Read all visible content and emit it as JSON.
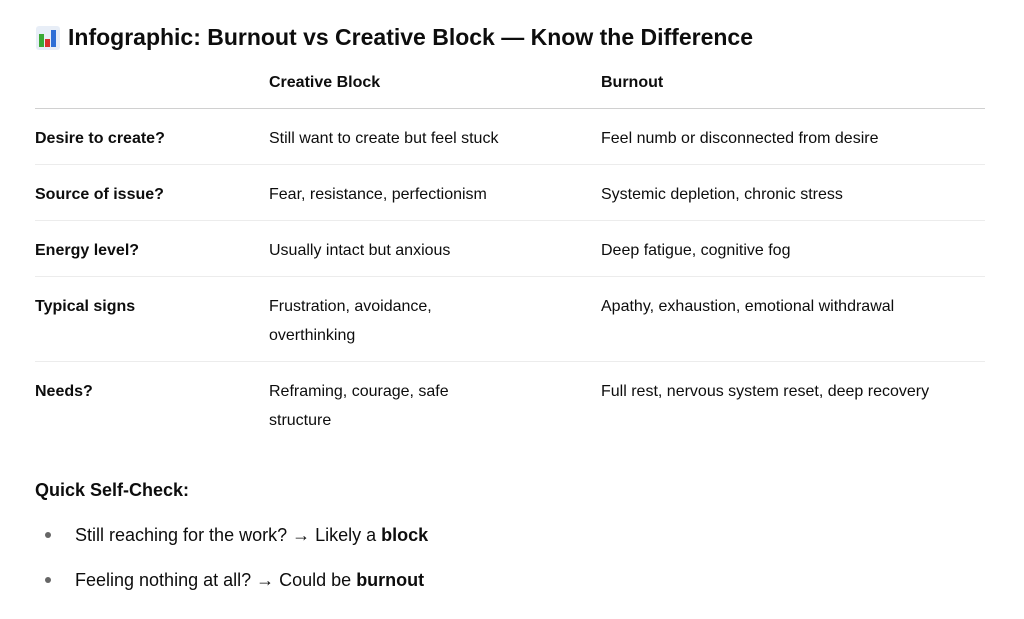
{
  "title": {
    "icon": "bar-chart-icon",
    "text": "Infographic: Burnout vs Creative Block — Know the Difference"
  },
  "table": {
    "headers": [
      "",
      "Creative Block",
      "Burnout"
    ],
    "rows": [
      [
        "Desire to create?",
        "Still want to create but feel stuck",
        "Feel numb or disconnected from desire"
      ],
      [
        "Source of issue?",
        "Fear, resistance, perfectionism",
        "Systemic depletion, chronic stress"
      ],
      [
        "Energy level?",
        "Usually intact but anxious",
        "Deep fatigue, cognitive fog"
      ],
      [
        "Typical signs",
        "Frustration, avoidance, overthinking",
        "Apathy, exhaustion, emotional withdrawal"
      ],
      [
        "Needs?",
        "Reframing, courage, safe structure",
        "Full rest, nervous system reset, deep recovery"
      ]
    ]
  },
  "self_check": {
    "heading": "Quick Self-Check:",
    "items": [
      {
        "text": "Still reaching for the work? → Likely a ",
        "bold": "block"
      },
      {
        "text": "Feeling nothing at all? → Could be ",
        "bold": "burnout"
      }
    ]
  }
}
